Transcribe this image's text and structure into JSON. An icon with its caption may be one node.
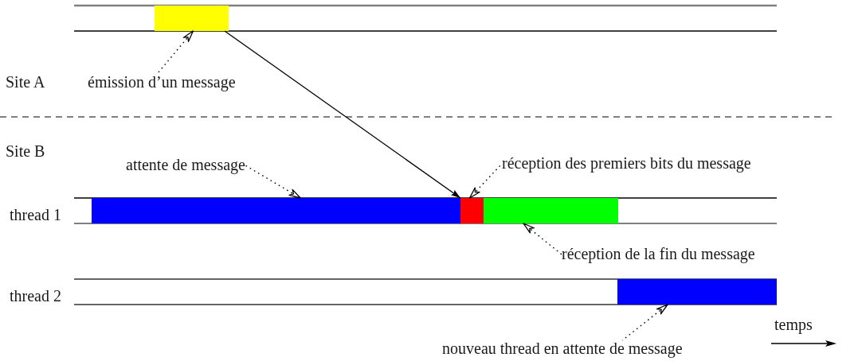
{
  "diagram": {
    "nodes": [
      {
        "text": [],
        "shape": "bar"
      },
      {
        "text": [
          "émission d’un message"
        ]
      },
      {
        "text": [
          "attente de message"
        ]
      },
      {
        "text": [
          "réception des premiers bits du message"
        ]
      },
      {
        "text": [],
        "shape": "bar"
      },
      {
        "text": [],
        "shape": "bar"
      },
      {
        "text": [],
        "shape": "bar"
      },
      {
        "text": [
          "réception de la fin du message"
        ]
      },
      {
        "text": [],
        "shape": "bar"
      },
      {
        "text": [
          "nouveau thread en attente de message"
        ]
      }
    ],
    "edges": [
      {
        "from": 0,
        "to": 5,
        "arrow": "to"
      },
      {
        "from": 1,
        "to": 0,
        "arrow": "to",
        "style": "dashed"
      },
      {
        "from": 2,
        "to": 4,
        "arrow": "to",
        "style": "dashed"
      },
      {
        "from": 3,
        "to": 5,
        "arrow": "to",
        "style": "dashed"
      },
      {
        "from": 7,
        "to": 6,
        "arrow": "to",
        "style": "dashed"
      },
      {
        "from": 9,
        "to": 8,
        "arrow": "to",
        "style": "dashed"
      }
    ],
    "labels": [
      "Site A",
      "Site B",
      "thread 1",
      "thread 2",
      "temps"
    ]
  }
}
